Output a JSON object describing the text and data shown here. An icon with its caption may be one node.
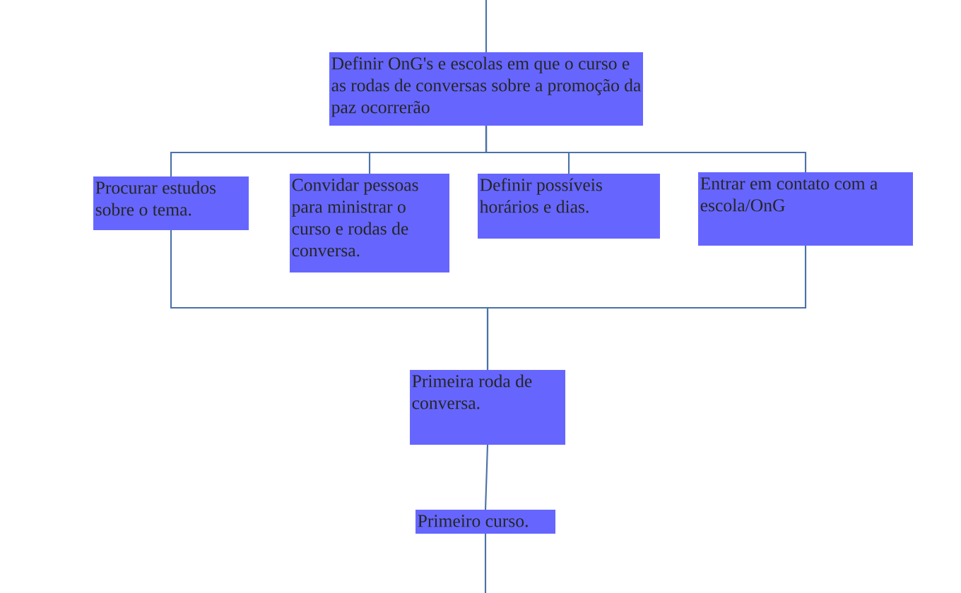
{
  "diagram": {
    "nodes": [
      {
        "text": [
          "Definir OnG's e escolas em que o curso e as rodas de conversas sobre a promoção da paz ocorrerão"
        ]
      },
      {
        "text": [
          "Procurar estudos sobre o tema."
        ]
      },
      {
        "text": [
          "Convidar pessoas para ministrar o curso e rodas de conversa."
        ]
      },
      {
        "text": [
          "Definir possíveis horários e dias."
        ]
      },
      {
        "text": [
          "Entrar em contato com a escola/OnG"
        ]
      },
      {
        "text": [
          "Primeira roda de conversa."
        ]
      },
      {
        "text": [
          "Primeiro curso."
        ]
      }
    ],
    "edges": [
      {
        "from": null,
        "to": 0,
        "arrow": "none"
      },
      {
        "from": 0,
        "to": 1,
        "arrow": "none"
      },
      {
        "from": 0,
        "to": 2,
        "arrow": "none"
      },
      {
        "from": 0,
        "to": 3,
        "arrow": "none"
      },
      {
        "from": 0,
        "to": 4,
        "arrow": "none"
      },
      {
        "from": 1,
        "to": 5,
        "arrow": "none"
      },
      {
        "from": 4,
        "to": 5,
        "arrow": "none"
      },
      {
        "from": 5,
        "to": 6,
        "arrow": "none"
      },
      {
        "from": 6,
        "to": null,
        "arrow": "none"
      }
    ]
  }
}
